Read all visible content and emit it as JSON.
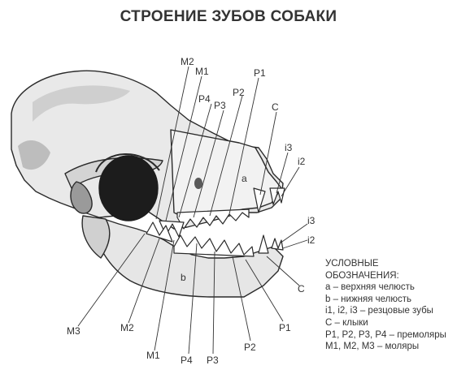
{
  "title": "СТРОЕНИЕ ЗУБОВ СОБАКИ",
  "labels": {
    "upper_jaw": "a",
    "lower_jaw": "b",
    "top": {
      "M2": "M2",
      "M1": "M1",
      "P4": "P4",
      "P3": "P3",
      "P2": "P2",
      "P1": "P1",
      "C": "C",
      "i3": "i3",
      "i2": "i2"
    },
    "lower_right": {
      "i3": "i3",
      "i2": "i2",
      "C": "C",
      "P1": "P1"
    },
    "bottom": {
      "M3": "M3",
      "M2": "M2",
      "M1": "M1",
      "P4": "P4",
      "P3": "P3",
      "P2": "P2"
    }
  },
  "legend": {
    "heading_1": "УСЛОВНЫЕ",
    "heading_2": "ОБОЗНАЧЕНИЯ:",
    "items": [
      "a – верхняя челюсть",
      "b – нижняя челюсть",
      "i1, i2, i3 – резцовые зубы",
      "C – клыки",
      "P1, P2, P3, P4 – премоляры",
      "M1, M2, M3 – моляры"
    ]
  }
}
